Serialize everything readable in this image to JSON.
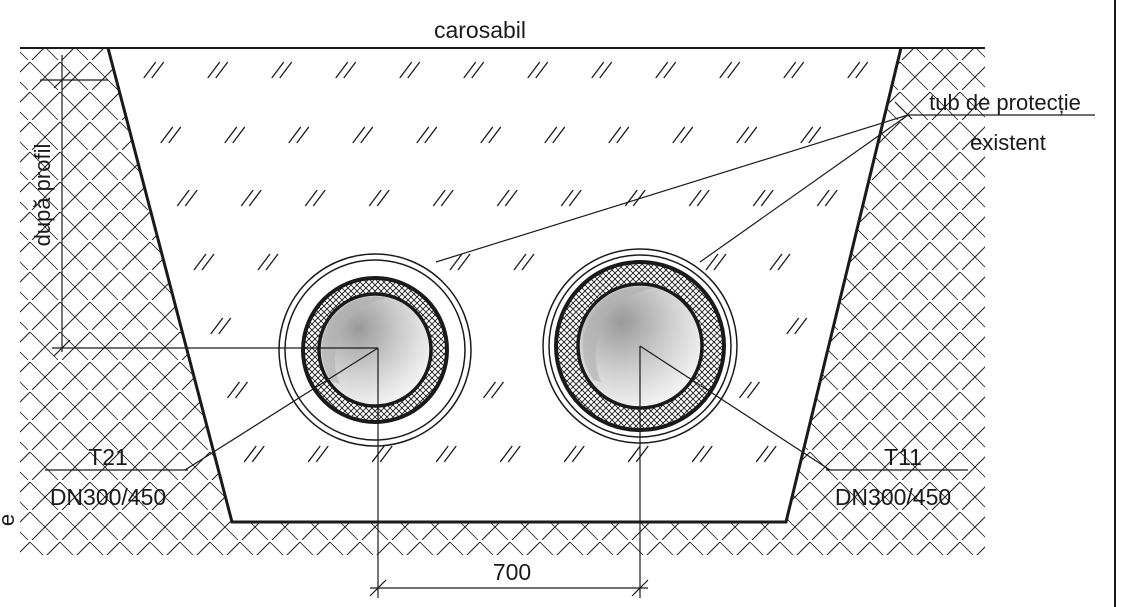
{
  "labels": {
    "road": "carosabil",
    "depth": "după profil",
    "protection_tube_line1": "tub de protecție",
    "protection_tube_line2": "existent",
    "left_pipe_id": "T21",
    "left_pipe_dn": "DN300/450",
    "right_pipe_id": "T11",
    "right_pipe_dn": "DN300/450",
    "spacing": "700",
    "edge_letter": "e"
  },
  "colors": {
    "ink": "#1a1a1a",
    "pipe_interior": "#f4f4f4",
    "pipe_shadow": "#b0b0b0",
    "paper": "#ffffff"
  }
}
